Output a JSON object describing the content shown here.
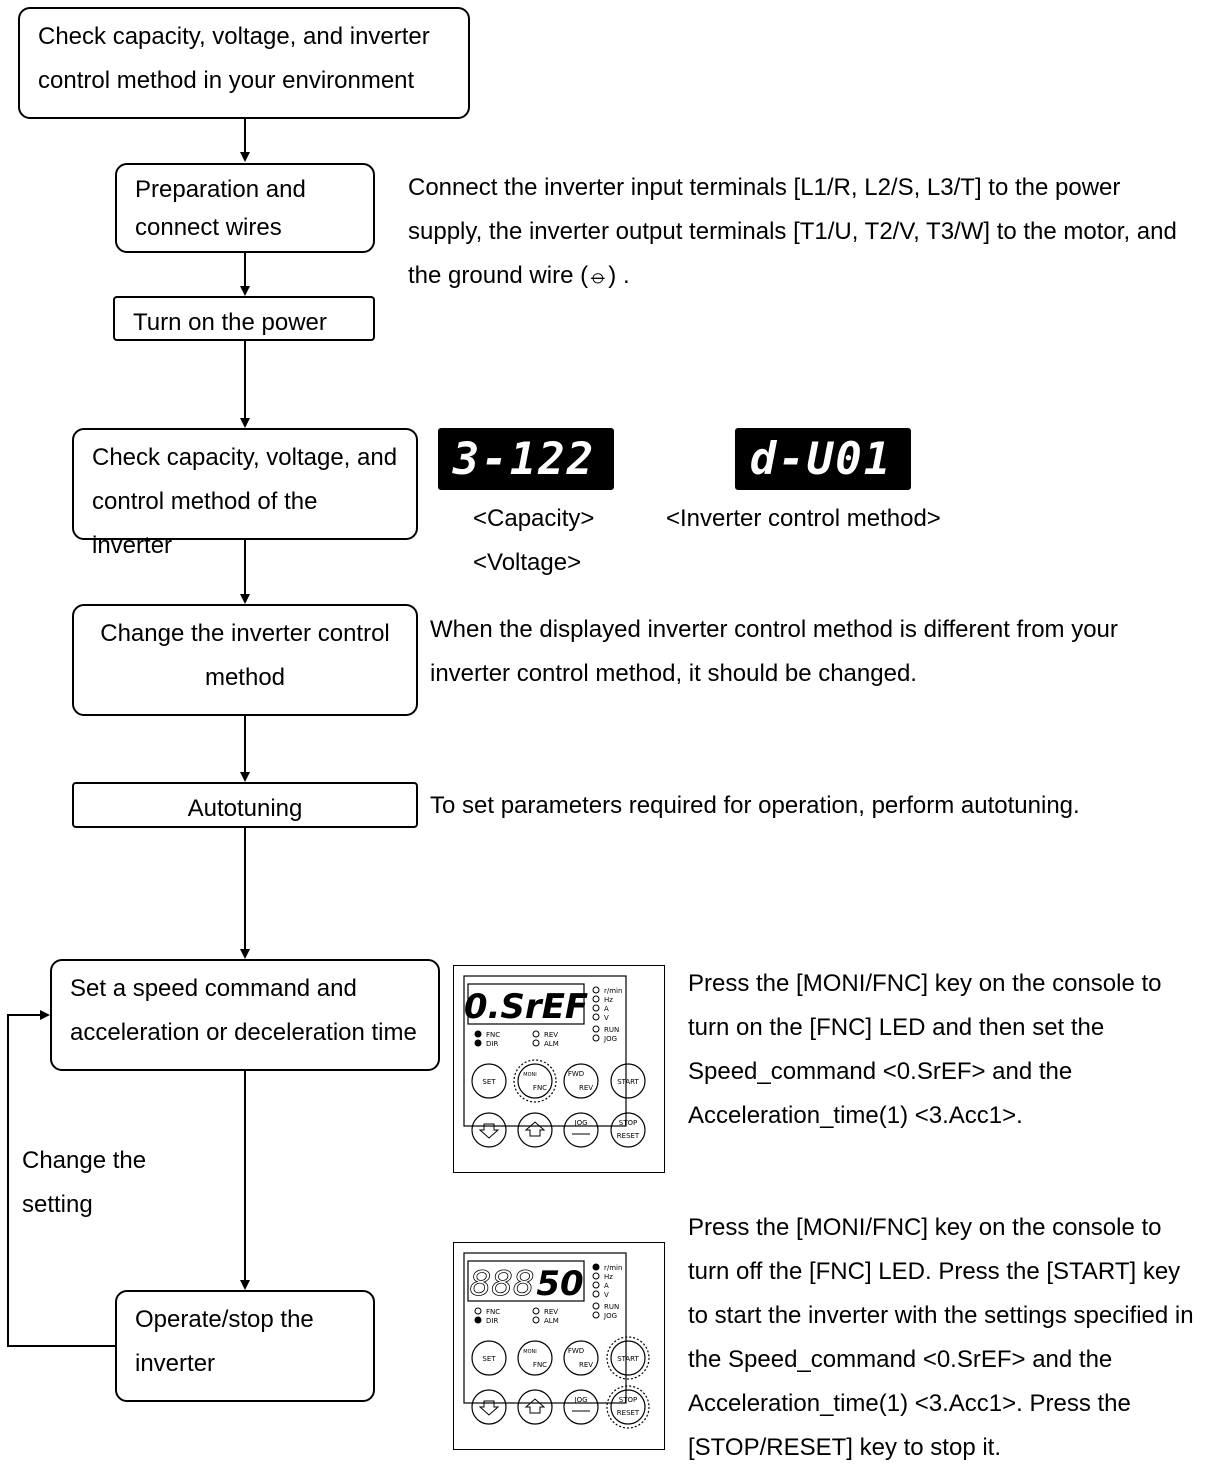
{
  "steps": {
    "check_environment": "Check capacity, voltage, and inverter\ncontrol method in your environment",
    "prepare": "Preparation and\nconnect wires",
    "power_on": "Turn on the power",
    "check_inverter": "Check capacity, voltage, and\ncontrol method of the inverter",
    "change_method": "Change the inverter control\nmethod",
    "autotuning": "Autotuning",
    "set_speed": "Set a speed command and\nacceleration or deceleration time",
    "operate": "Operate/stop the\ninverter"
  },
  "notes": {
    "prepare": "Connect the inverter input terminals [L1/R, L2/S, L3/T] to the power\nsupply, the inverter output terminals [T1/U, T2/V, T3/W] to the motor, and\nthe ground wire (⦵) .",
    "change_method": "When the displayed inverter control method is different from your\ninverter control method, it should be changed.",
    "autotuning": "To set parameters required for operation, perform autotuning.",
    "set_speed": "Press the [MONI/FNC] key on the console to\nturn on the [FNC] LED and then set the\nSpeed_command <0.SrEF> and the\nAcceleration_time(1) <3.Acc1>.",
    "operate": "Press the [MONI/FNC] key on the console to\nturn off the [FNC] LED. Press the [START] key\nto start the inverter with the settings specified in\nthe Speed_command <0.SrEF> and the\nAcceleration_time(1) <3.Acc1>. Press the\n[STOP/RESET] key to stop it."
  },
  "loop_label": "Change the\nsetting",
  "displays": {
    "capacity": {
      "text": "3-122",
      "caption1": "<Capacity>",
      "caption2": "<Voltage>"
    },
    "method": {
      "text": "d-U01",
      "caption": "<Inverter control method>"
    }
  },
  "console1": {
    "display": "0.SrEF",
    "units": [
      "r/min",
      "Hz",
      "A",
      "V",
      "RUN",
      "JOG"
    ],
    "leds": [
      "FNC",
      "DIR",
      "REV",
      "ALM"
    ],
    "keys": [
      "SET",
      "MONI",
      "FNC",
      "FWD",
      "REV",
      "START",
      "JOG",
      "STOP",
      "RESET"
    ]
  },
  "console2": {
    "display": "50",
    "units": [
      "r/min",
      "Hz",
      "A",
      "V",
      "RUN",
      "JOG"
    ],
    "leds": [
      "FNC",
      "DIR",
      "REV",
      "ALM"
    ],
    "keys": [
      "SET",
      "MONI",
      "FNC",
      "FWD",
      "REV",
      "START",
      "JOG",
      "STOP",
      "RESET"
    ]
  }
}
